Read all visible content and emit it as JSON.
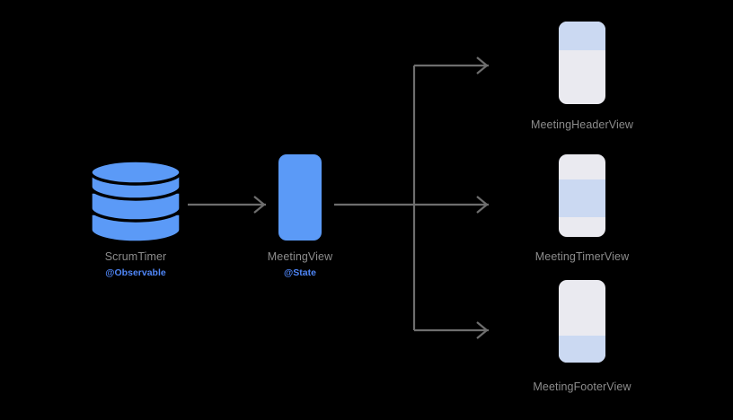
{
  "diagram": {
    "background_color": "#000000",
    "accent_blue": "#5B9AF7",
    "annotation_blue": "#4F86F7",
    "label_gray": "#8C8C8C",
    "edge_gray": "#6E6E6E",
    "card_body": "#EAEAF0",
    "card_band": "#CBD9F2"
  },
  "nodes": {
    "source": {
      "label": "ScrumTimer",
      "annotation": "@Observable",
      "shape": "database-cylinder",
      "icon": "database-icon"
    },
    "container": {
      "label": "MeetingView",
      "annotation": "@State",
      "shape": "rounded-rectangle",
      "icon": "view-rectangle-icon"
    },
    "views": [
      {
        "label": "MeetingHeaderView",
        "shape": "phone-card",
        "highlight": "top",
        "icon": "phone-card-icon"
      },
      {
        "label": "MeetingTimerView",
        "shape": "phone-card",
        "highlight": "middle",
        "icon": "phone-card-icon"
      },
      {
        "label": "MeetingFooterView",
        "shape": "phone-card",
        "highlight": "bottom",
        "icon": "phone-card-icon"
      }
    ]
  },
  "edges": [
    {
      "name": "scrumtimer-to-meetingview",
      "from": "ScrumTimer",
      "to": "MeetingView",
      "style": "straight-arrow"
    },
    {
      "name": "meetingview-to-header",
      "from": "MeetingView",
      "to": "MeetingHeaderView",
      "style": "elbow-arrow"
    },
    {
      "name": "meetingview-to-timer",
      "from": "MeetingView",
      "to": "MeetingTimerView",
      "style": "straight-arrow"
    },
    {
      "name": "meetingview-to-footer",
      "from": "MeetingView",
      "to": "MeetingFooterView",
      "style": "elbow-arrow"
    }
  ]
}
